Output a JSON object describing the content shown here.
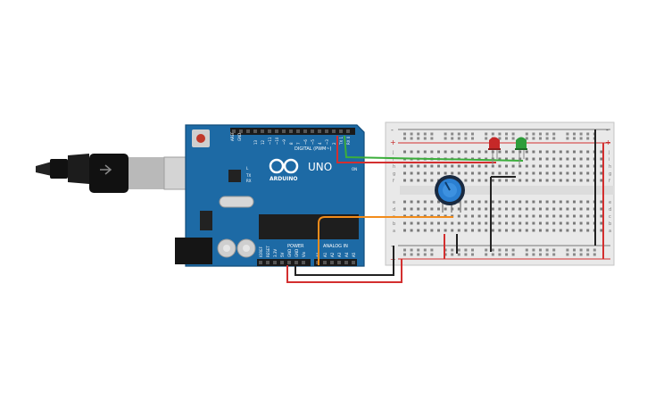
{
  "arduino": {
    "model": "UNO",
    "brand": "ARDUINO",
    "digital_label": "DIGITAL (PWM~)",
    "power_label": "POWER",
    "analog_label": "ANALOG IN",
    "aref_label": "AREF",
    "gnd_label": "GND",
    "l_label": "L",
    "tx_label": "TX",
    "rx_label": "RX",
    "on_label": "ON",
    "digital_pins": [
      "13",
      "12",
      "~11",
      "~10",
      "~9",
      "8",
      "7",
      "~6",
      "~5",
      "4",
      "~3",
      "2",
      "TX 1",
      "RX 0"
    ],
    "power_pins": [
      "IOREF",
      "RESET",
      "3.3V",
      "5V",
      "GND",
      "GND",
      "Vin"
    ],
    "analog_pins": [
      "A0",
      "A1",
      "A2",
      "A3",
      "A4",
      "A5"
    ],
    "board_color": "#1d6aa5"
  },
  "breadboard": {
    "row_letters_top": [
      "j",
      "i",
      "h",
      "g",
      "f"
    ],
    "row_letters_bottom": [
      "e",
      "d",
      "c",
      "b",
      "a"
    ],
    "plus_label": "+",
    "minus_label": "-"
  },
  "components": {
    "leds": [
      {
        "name": "red-led",
        "color": "#c62828"
      },
      {
        "name": "green-led",
        "color": "#2e9d3a"
      }
    ],
    "potentiometer": {
      "knob_color": "#2b7fd1"
    }
  },
  "wire_colors": {
    "red": "#d32f2f",
    "black": "#222222",
    "green": "#3cae3c",
    "orange": "#f28c1b"
  }
}
